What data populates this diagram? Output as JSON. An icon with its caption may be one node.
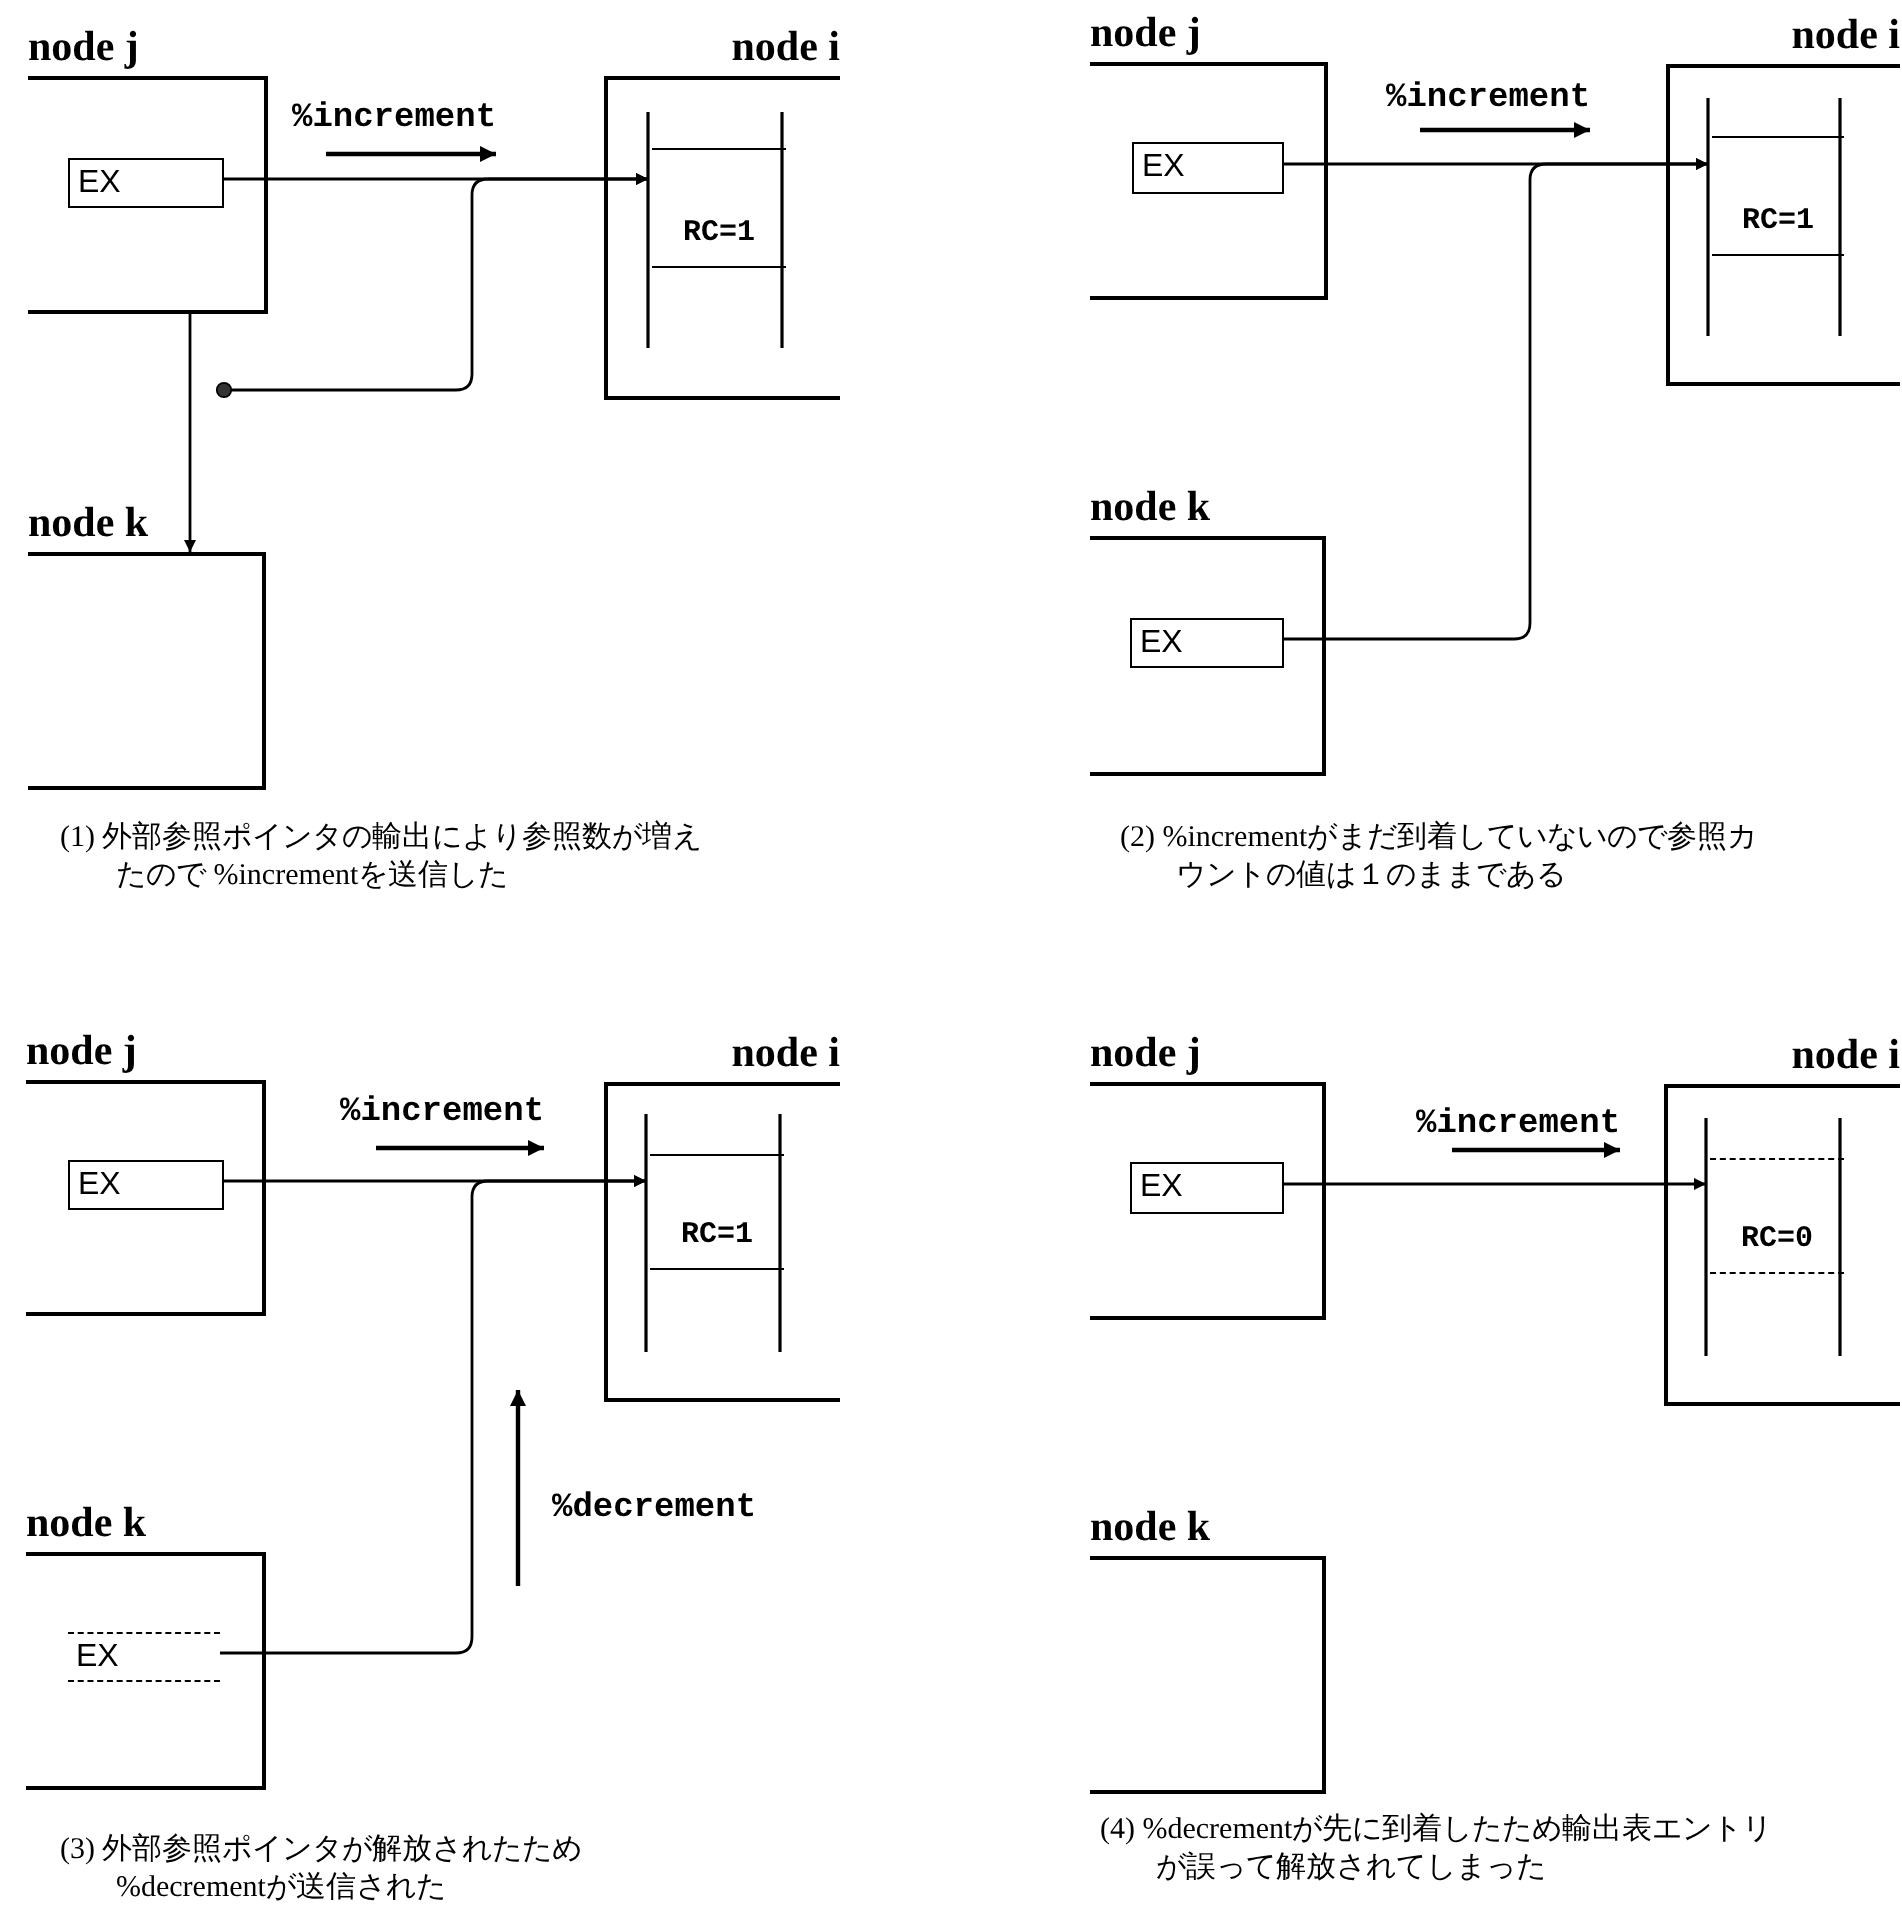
{
  "diagram": {
    "nodes": [
      {
        "text": [
          "node j"
        ]
      },
      {
        "text": [
          "EX"
        ],
        "in": 0
      },
      {
        "text": [
          "node i"
        ]
      },
      {
        "text": [
          "RC=1"
        ],
        "in": 2
      },
      {
        "text": [
          "node k"
        ]
      },
      {
        "text": [
          "node j"
        ]
      },
      {
        "text": [
          "EX"
        ],
        "in": 5
      },
      {
        "text": [
          "node i"
        ]
      },
      {
        "text": [
          "RC=1"
        ],
        "in": 7
      },
      {
        "text": [
          "node k"
        ]
      },
      {
        "text": [
          "EX"
        ],
        "in": 9
      },
      {
        "text": [
          "node j"
        ]
      },
      {
        "text": [
          "EX"
        ],
        "in": 11
      },
      {
        "text": [
          "node i"
        ]
      },
      {
        "text": [
          "RC=1"
        ],
        "in": 13
      },
      {
        "text": [
          "node k"
        ]
      },
      {
        "text": [
          "EX"
        ],
        "in": 15
      },
      {
        "text": [
          "node j"
        ]
      },
      {
        "text": [
          "EX"
        ],
        "in": 17
      },
      {
        "text": [
          "node i"
        ]
      },
      {
        "text": [
          "RC=0"
        ],
        "in": 19
      },
      {
        "text": [
          "node k"
        ]
      }
    ],
    "edges": [
      {
        "from": 1,
        "to": 3,
        "arrow": "to"
      },
      {
        "from": null,
        "to": 3,
        "arrow": "to"
      },
      {
        "from": 0,
        "to": 4,
        "arrow": "to"
      },
      {
        "from": 6,
        "to": 8,
        "arrow": "to"
      },
      {
        "from": 10,
        "to": 8,
        "arrow": "to"
      },
      {
        "from": 12,
        "to": 14,
        "arrow": "to"
      },
      {
        "from": 16,
        "to": 14,
        "arrow": "to"
      },
      {
        "from": 18,
        "to": 20,
        "arrow": "to"
      }
    ],
    "labels": [
      "%increment",
      "(1) 外部参照ポインタの輸出により参照数が増えたので %incrementを送信した",
      "%increment",
      "(2) %incrementがまだ到着していないので参照カウントの値は１のままである",
      "%increment",
      "%decrement",
      "(3) 外部参照ポインタが解放されたため %decrementが送信された",
      "%increment",
      "(4) %decrementが先に到着したため輸出表エントリが誤って解放されてしまった"
    ]
  }
}
